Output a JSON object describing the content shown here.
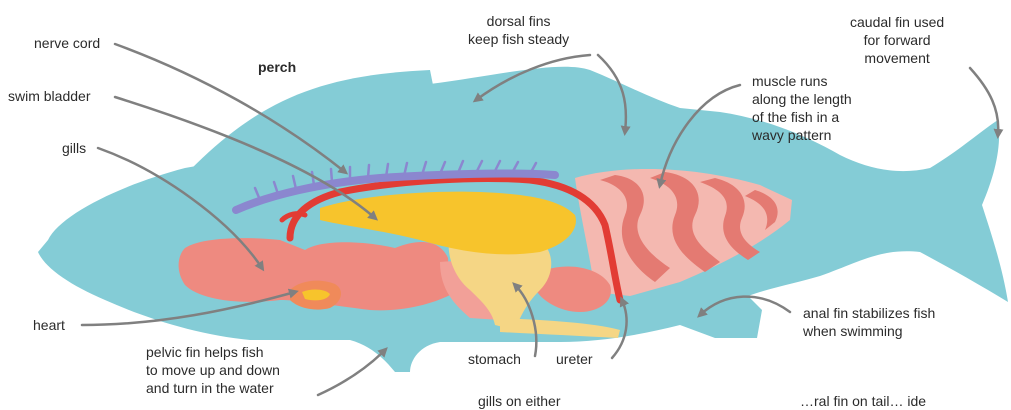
{
  "diagram": {
    "title": "perch",
    "labels": {
      "nerve_cord": "nerve cord",
      "swim_bladder": "swim bladder",
      "gills": "gills",
      "heart": "heart",
      "pelvic_fin": "pelvic fin helps fish\nto move up and down\nand turn in the water",
      "dorsal_fins": "dorsal fins\nkeep fish steady",
      "caudal_fin": "caudal fin used\nfor forward\nmovement",
      "muscle": "muscle runs\nalong the length\nof the fish in a\nwavy pattern",
      "anal_fin": "anal fin stabilizes fish\nwhen swimming",
      "stomach": "stomach",
      "ureter": "ureter",
      "gills_bottom_cut": "gills on either",
      "lateral_cut": "…ral fin on tail… ide"
    },
    "colors": {
      "body": "#84ccd6",
      "organ_pink": "#ee8a80",
      "muscle_light": "#f4b8b0",
      "muscle_dark": "#e47a72",
      "bladder": "#f7c42c",
      "stomach": "#f5d685",
      "artery": "#e23c34",
      "nerve": "#8b87cf",
      "arrow": "#808080",
      "heart": "#f08a5a"
    }
  }
}
